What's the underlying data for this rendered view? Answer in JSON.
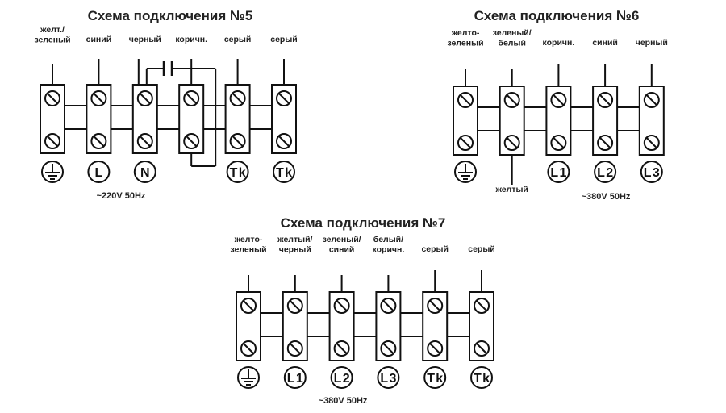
{
  "colors": {
    "ink": "#111111",
    "background": "#ffffff"
  },
  "schemes": [
    {
      "id": "scheme-5",
      "title": "Схема подключения №5",
      "supply": "~220V 50Hz",
      "terminals": [
        {
          "label": [
            "желт./",
            "зеленый"
          ],
          "symbol": "ground-icon",
          "symbol_text": ""
        },
        {
          "label": [
            "синий"
          ],
          "symbol": "L",
          "symbol_text": "L"
        },
        {
          "label": [
            "черный"
          ],
          "symbol": "N",
          "symbol_text": "N"
        },
        {
          "label": [
            "коричн."
          ],
          "symbol": "none",
          "symbol_text": ""
        },
        {
          "label": [
            "серый"
          ],
          "symbol": "Tk",
          "symbol_text": "Tk"
        },
        {
          "label": [
            "серый"
          ],
          "symbol": "Tk",
          "symbol_text": "Tk"
        }
      ],
      "extras": {
        "capacitor": true,
        "capacitor_between": [
          3,
          4
        ],
        "bottom_loop_from": 4
      }
    },
    {
      "id": "scheme-6",
      "title": "Схема подключения №6",
      "supply": "~380V 50Hz",
      "terminals": [
        {
          "label": [
            "желто-",
            "зеленый"
          ],
          "symbol": "ground-icon",
          "symbol_text": ""
        },
        {
          "label": [
            "зеленый/",
            "белый"
          ],
          "symbol": "none",
          "symbol_text": "",
          "bottom_wire_label": "желтый"
        },
        {
          "label": [
            "коричн."
          ],
          "symbol": "L1",
          "symbol_text": "L1"
        },
        {
          "label": [
            "синий"
          ],
          "symbol": "L2",
          "symbol_text": "L2"
        },
        {
          "label": [
            "черный"
          ],
          "symbol": "L3",
          "symbol_text": "L3"
        }
      ]
    },
    {
      "id": "scheme-7",
      "title": "Схема подключения №7",
      "supply": "~380V 50Hz",
      "terminals": [
        {
          "label": [
            "желто-",
            "зеленый"
          ],
          "symbol": "ground-icon",
          "symbol_text": ""
        },
        {
          "label": [
            "желтый/",
            "черный"
          ],
          "symbol": "L1",
          "symbol_text": "L1"
        },
        {
          "label": [
            "зеленый/",
            "синий"
          ],
          "symbol": "L2",
          "symbol_text": "L2"
        },
        {
          "label": [
            "белый/",
            "коричн."
          ],
          "symbol": "L3",
          "symbol_text": "L3"
        },
        {
          "label": [
            "серый"
          ],
          "symbol": "Tk",
          "symbol_text": "Tk"
        },
        {
          "label": [
            "серый"
          ],
          "symbol": "Tk",
          "symbol_text": "Tk"
        }
      ]
    }
  ]
}
